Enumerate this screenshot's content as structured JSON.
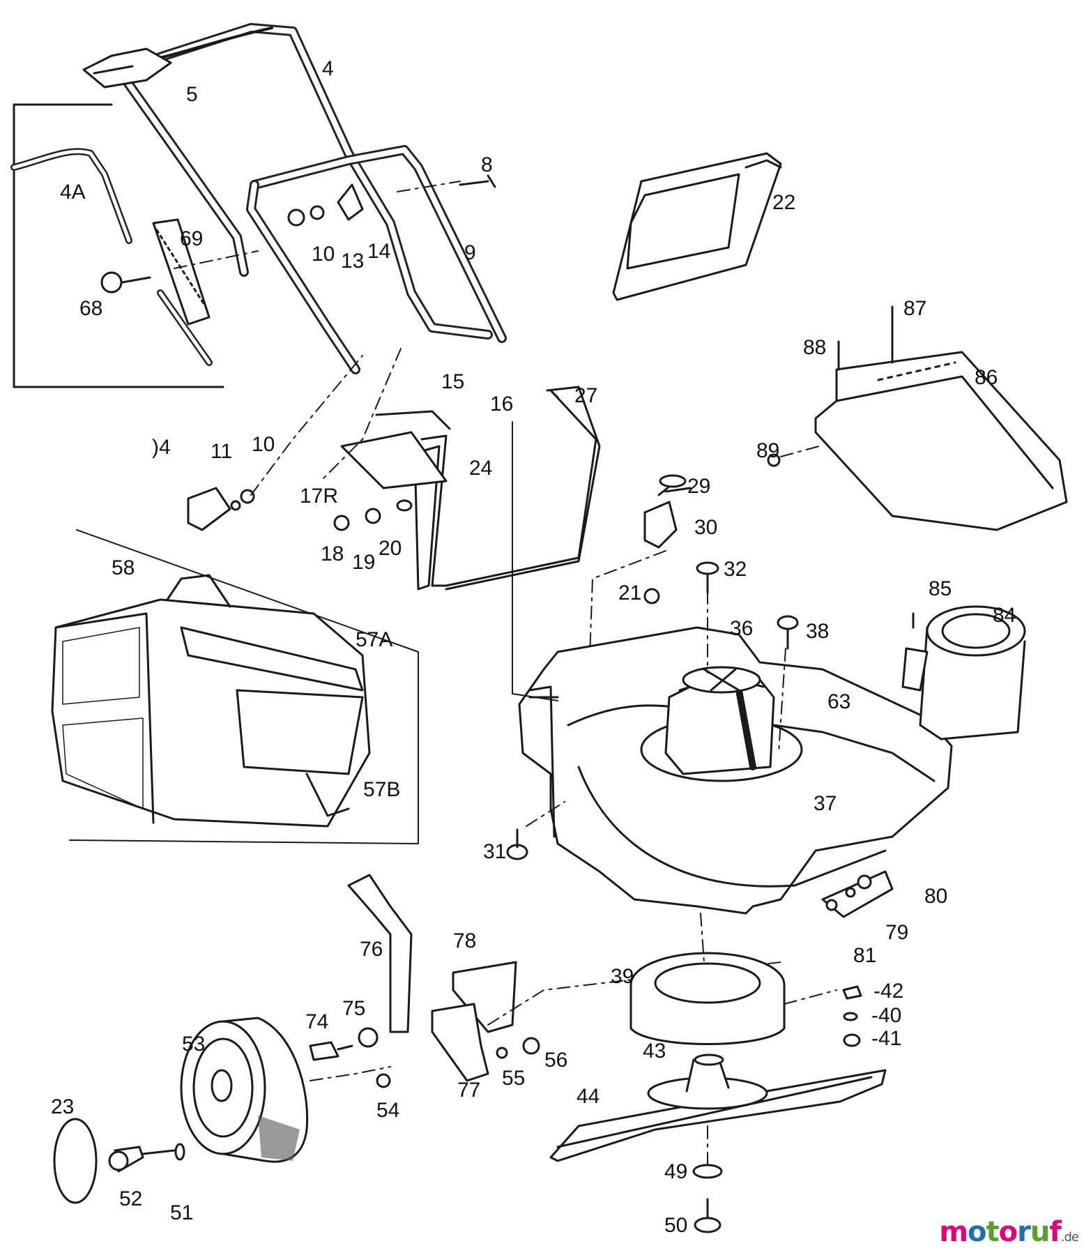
{
  "part_labels": [
    {
      "id": "4",
      "text": "4"
    },
    {
      "id": "5",
      "text": "5"
    },
    {
      "id": "4A",
      "text": "4A"
    },
    {
      "id": "69",
      "text": "69"
    },
    {
      "id": "68",
      "text": "68"
    },
    {
      "id": "8",
      "text": "8"
    },
    {
      "id": "9",
      "text": "9"
    },
    {
      "id": "10a",
      "text": "10"
    },
    {
      "id": "13",
      "text": "13"
    },
    {
      "id": "14a",
      "text": "14"
    },
    {
      "id": "22",
      "text": "22"
    },
    {
      "id": "87",
      "text": "87"
    },
    {
      "id": "88",
      "text": "88"
    },
    {
      "id": "86",
      "text": "86"
    },
    {
      "id": "89",
      "text": "89"
    },
    {
      "id": "15",
      "text": "15"
    },
    {
      "id": "16",
      "text": "16"
    },
    {
      "id": "27",
      "text": "27"
    },
    {
      "id": "24",
      "text": "24"
    },
    {
      "id": "14b",
      "text": ")4"
    },
    {
      "id": "11",
      "text": "11"
    },
    {
      "id": "10b",
      "text": "10"
    },
    {
      "id": "17R",
      "text": "17R"
    },
    {
      "id": "18",
      "text": "18"
    },
    {
      "id": "19",
      "text": "19"
    },
    {
      "id": "20",
      "text": "20"
    },
    {
      "id": "29",
      "text": "29"
    },
    {
      "id": "30",
      "text": "30"
    },
    {
      "id": "58",
      "text": "58"
    },
    {
      "id": "57A",
      "text": "57A"
    },
    {
      "id": "57B",
      "text": "57B"
    },
    {
      "id": "32",
      "text": "32"
    },
    {
      "id": "21",
      "text": "21"
    },
    {
      "id": "36",
      "text": "36"
    },
    {
      "id": "38",
      "text": "38"
    },
    {
      "id": "85",
      "text": "85"
    },
    {
      "id": "84",
      "text": "84"
    },
    {
      "id": "63",
      "text": "63"
    },
    {
      "id": "37",
      "text": "37"
    },
    {
      "id": "31",
      "text": "31"
    },
    {
      "id": "80",
      "text": "80"
    },
    {
      "id": "79",
      "text": "79"
    },
    {
      "id": "81",
      "text": "81"
    },
    {
      "id": "76",
      "text": "76"
    },
    {
      "id": "78",
      "text": "78"
    },
    {
      "id": "39",
      "text": "39"
    },
    {
      "id": "42",
      "text": "-42"
    },
    {
      "id": "40",
      "text": "-40"
    },
    {
      "id": "41",
      "text": "-41"
    },
    {
      "id": "74",
      "text": "74"
    },
    {
      "id": "75",
      "text": "75"
    },
    {
      "id": "53",
      "text": "53"
    },
    {
      "id": "56",
      "text": "56"
    },
    {
      "id": "55",
      "text": "55"
    },
    {
      "id": "77",
      "text": "77"
    },
    {
      "id": "54",
      "text": "54"
    },
    {
      "id": "43",
      "text": "43"
    },
    {
      "id": "44",
      "text": "44"
    },
    {
      "id": "23",
      "text": "23"
    },
    {
      "id": "52",
      "text": "52"
    },
    {
      "id": "51",
      "text": "51"
    },
    {
      "id": "49",
      "text": "49"
    },
    {
      "id": "50",
      "text": "50"
    }
  ],
  "watermark": {
    "text": "motoruf",
    "tld": ".de"
  },
  "colors": {
    "line": "#1a1a1a",
    "watermark_accent": "#e2007a",
    "watermark_blue": "#1f6fb5",
    "watermark_green": "#5aa02c"
  }
}
